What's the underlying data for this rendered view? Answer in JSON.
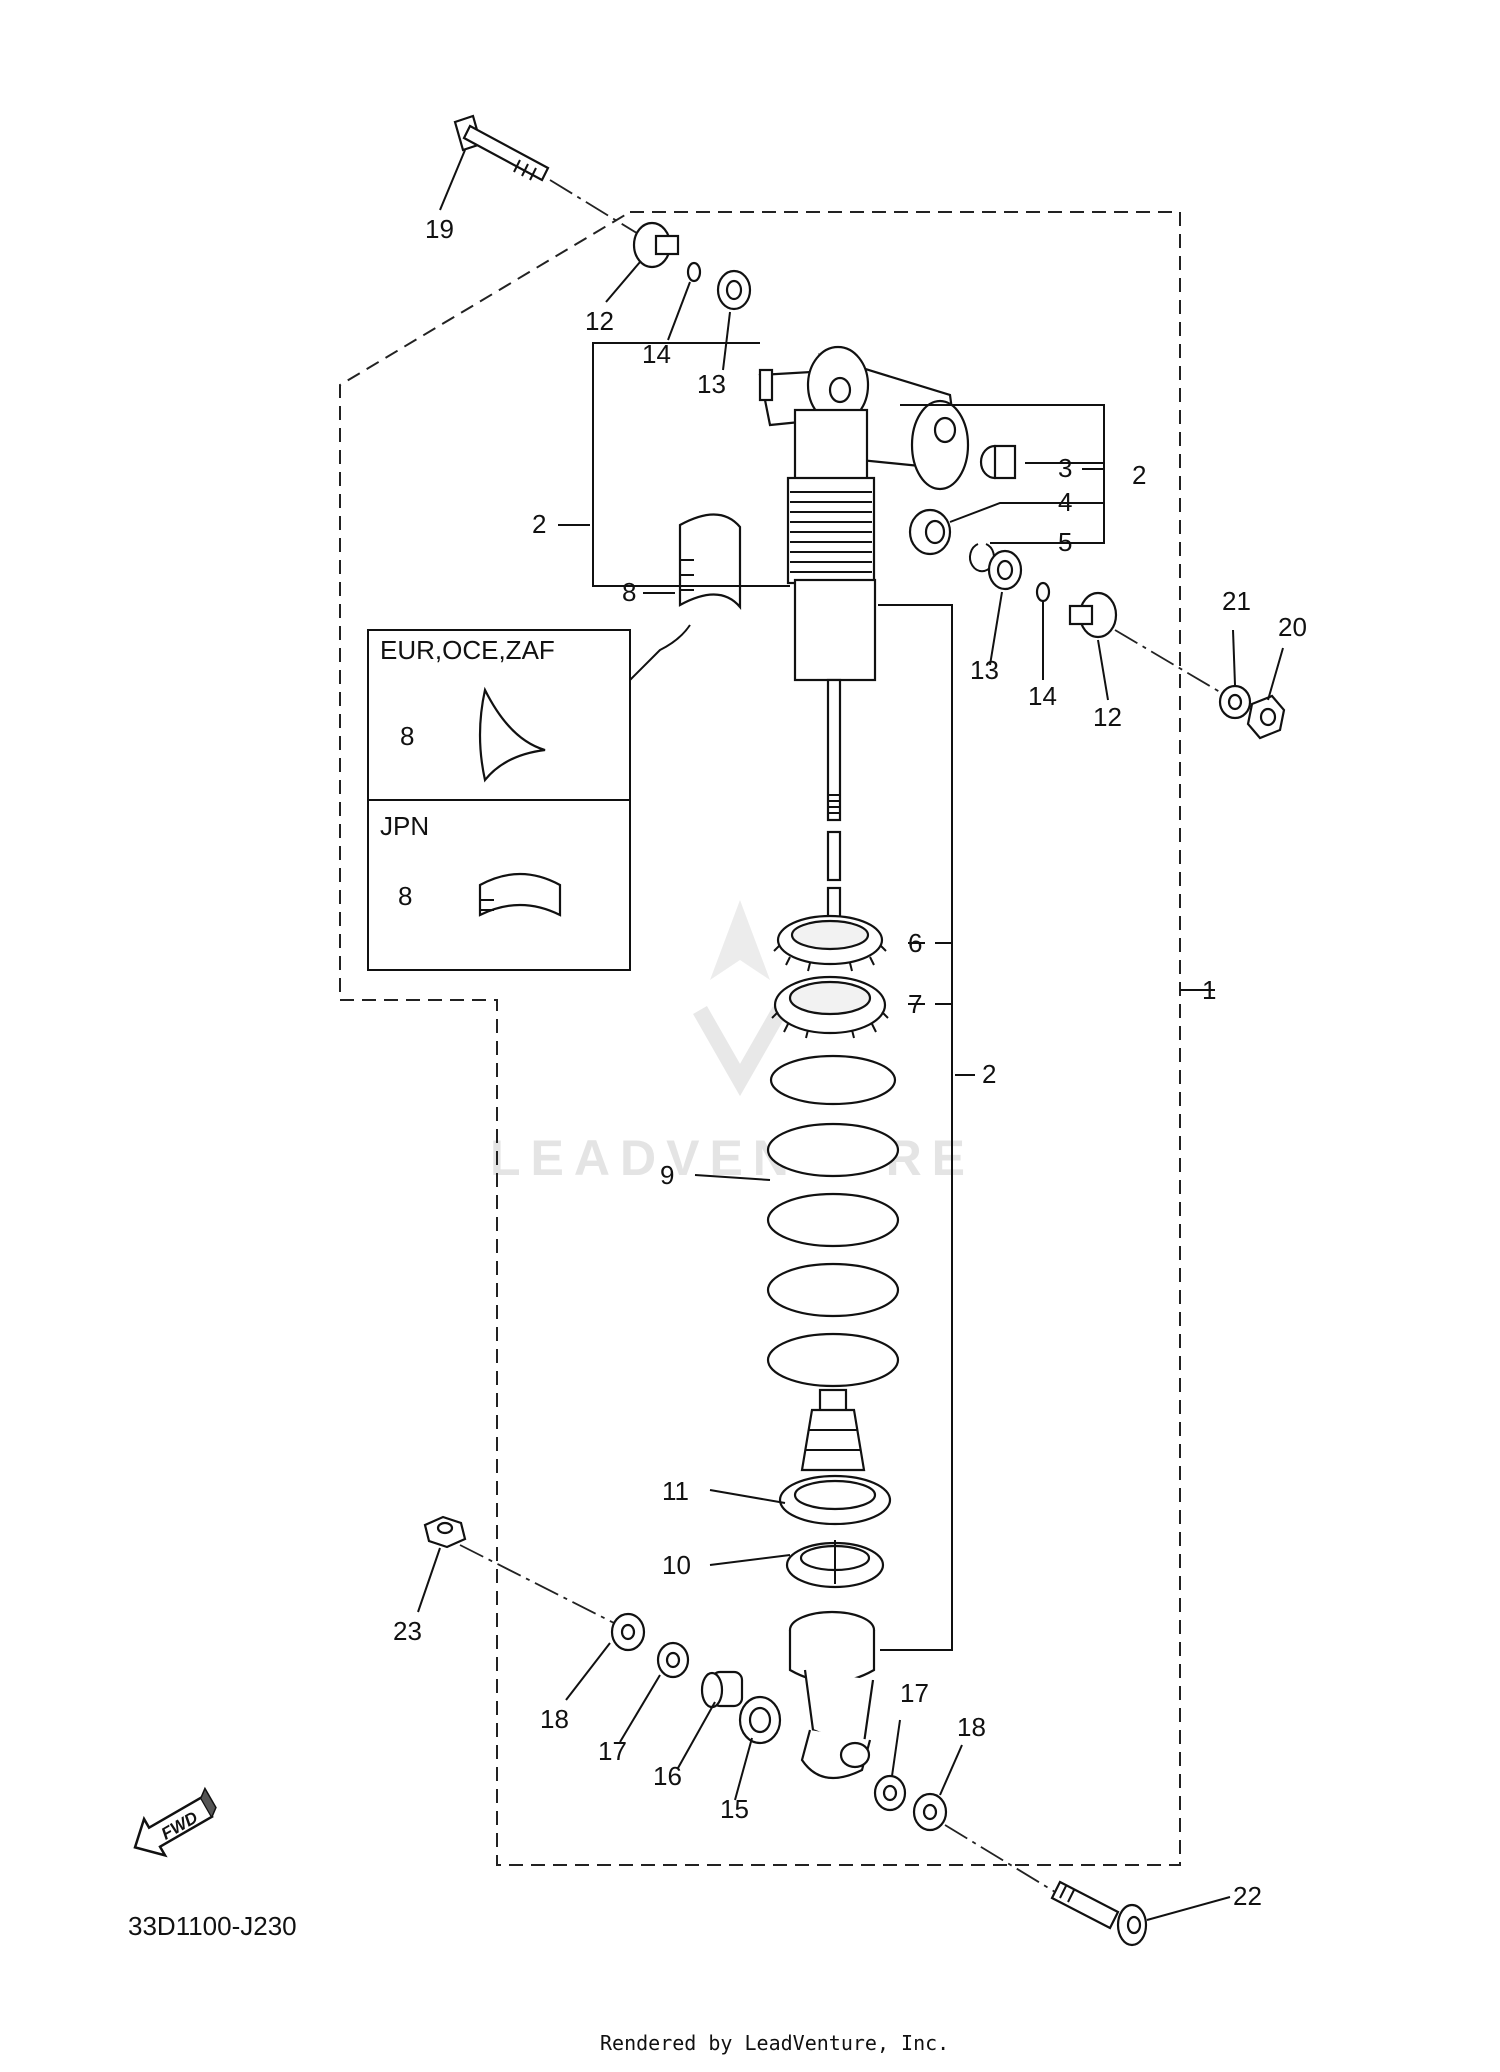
{
  "diagram": {
    "code": "33D1100-J230",
    "credit": "Rendered by LeadVenture, Inc.",
    "watermark": "LEADVENTURE",
    "fwd_label": "FWD",
    "region_boxes": [
      {
        "label": "EUR,OCE,ZAF",
        "part_callout": "8"
      },
      {
        "label": "JPN",
        "part_callout": "8"
      }
    ],
    "callouts": {
      "c1": "1",
      "c2a": "2",
      "c2b": "2",
      "c2c": "2",
      "c3": "3",
      "c4": "4",
      "c5": "5",
      "c6": "6",
      "c7": "7",
      "c8": "8",
      "c9": "9",
      "c10": "10",
      "c11": "11",
      "c12a": "12",
      "c12b": "12",
      "c13a": "13",
      "c13b": "13",
      "c14a": "14",
      "c14b": "14",
      "c15": "15",
      "c16": "16",
      "c17a": "17",
      "c17b": "17",
      "c18a": "18",
      "c18b": "18",
      "c19": "19",
      "c20": "20",
      "c21": "21",
      "c22": "22",
      "c23": "23"
    }
  }
}
